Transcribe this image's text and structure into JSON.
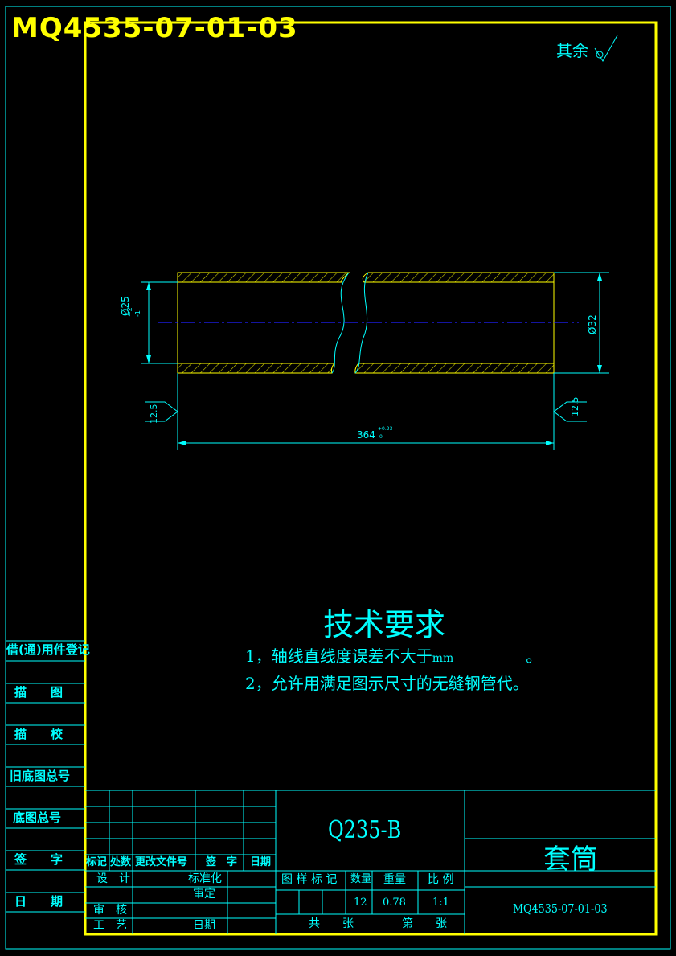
{
  "drawing_number_header": "MQ4535-07-01-03",
  "roughness_note": "其余",
  "dimensions": {
    "inner_diameter": "Ø25",
    "inner_tol_upper": "+2",
    "inner_tol_lower": "-1",
    "outer_diameter": "Ø32",
    "length": "364",
    "length_tol_upper": "+0.23",
    "length_tol_lower": "0",
    "roughness_left": "12.5",
    "roughness_right": "12.5"
  },
  "tech_requirements": {
    "title": "技术要求",
    "item1": "1，轴线直线度误差不大于",
    "item1_unit": "mm",
    "item1_end": "。",
    "item2": "2，允许用满足图示尺寸的无缝钢管代。"
  },
  "left_column": {
    "items": [
      "借(通)用件登记",
      "描　　图",
      "描　　校",
      "旧底图总号",
      "底图总号",
      "签　　字",
      "日　　期"
    ]
  },
  "title_block": {
    "hdr_mark": "标记",
    "hdr_count": "处数",
    "hdr_doc": "更改文件号",
    "hdr_sign": "签　字",
    "hdr_date": "日期",
    "design": "设　计",
    "standardize": "标准化",
    "review": "审定",
    "check": "审　核",
    "process": "工　艺",
    "date": "日期",
    "material": "Q235-B",
    "stage_mark": "图 样 标 记",
    "quantity_label": "数量",
    "weight_label": "重量",
    "scale_label": "比 例",
    "quantity": "12",
    "weight": "0.78",
    "scale": "1:1",
    "total_sheets": "共　　张",
    "sheet_no": "第　　张",
    "part_name": "套筒",
    "drawing_number": "MQ4535-07-01-03"
  },
  "colors": {
    "frame": "#ffff00",
    "line": "#00ffff",
    "center": "#0000ff",
    "hatch": "#cccc00"
  }
}
